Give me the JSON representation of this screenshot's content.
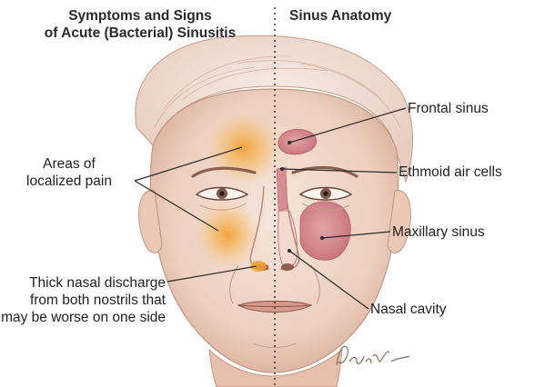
{
  "titles": {
    "left_line1": "Symptoms and Signs",
    "left_line2": "of Acute (Bacterial) Sinusitis",
    "right": "Sinus Anatomy"
  },
  "labels": {
    "pain_line1": "Areas of",
    "pain_line2": "localized pain",
    "discharge_line1": "Thick nasal discharge",
    "discharge_line2": "from both nostrils that",
    "discharge_line3": "may be worse on one side",
    "frontal": "Frontal sinus",
    "ethmoid": "Ethmoid air cells",
    "maxillary": "Maxillary sinus",
    "nasal": "Nasal cavity"
  },
  "signature": "Burke",
  "colors": {
    "skin": "#f1d9cb",
    "skin_shadow": "#d9b09c",
    "pain_glow": "#f3a32a",
    "sinus": "#d98f96",
    "line": "#2b2b2b"
  }
}
